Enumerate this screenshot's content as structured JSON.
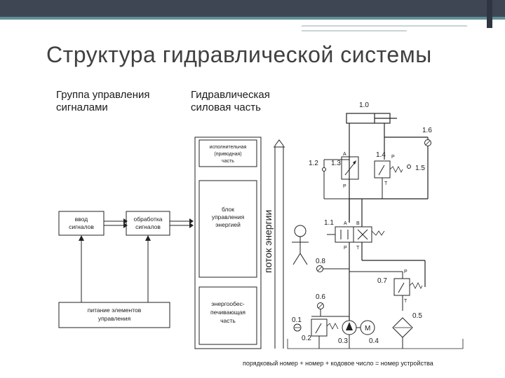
{
  "slide": {
    "title": "Структура гидравлической системы"
  },
  "diagram": {
    "left_heading_line1": "Группа управления",
    "left_heading_line2": "сигналами",
    "right_heading_line1": "Гидравлическая",
    "right_heading_line2": "силовая часть",
    "box_input_line1": "ввод",
    "box_input_line2": "сигналов",
    "box_processing_line1": "обработка",
    "box_processing_line2": "сигналов",
    "box_power_line1": "питание элементов",
    "box_power_line2": "управления",
    "block_actuator_line1": "исполнительная",
    "block_actuator_line2": "(приводная)",
    "block_actuator_line3": "часть",
    "block_energy_control_line1": "блок",
    "block_energy_control_line2": "управления",
    "block_energy_control_line3": "энергией",
    "block_energy_supply_line1": "энергообес-",
    "block_energy_supply_line2": "печивающая",
    "block_energy_supply_line3": "часть",
    "energy_flow_label": "поток энергии",
    "components": {
      "c1_0": "1.0",
      "c1_6": "1.6",
      "c1_2": "1.2",
      "c1_3": "1.3",
      "c1_4": "1.4",
      "c1_5": "1.5",
      "c1_1": "1.1",
      "c0_8": "0.8",
      "c0_7": "0.7",
      "c0_6": "0.6",
      "c0_5": "0.5",
      "c0_1": "0.1",
      "c0_2": "0.2",
      "c0_3": "0.3",
      "c0_4": "0.4"
    },
    "ports": {
      "A": "A",
      "B": "B",
      "P": "P",
      "T": "T",
      "M": "M"
    },
    "footer": "порядковый номер + номер + кодовое число = номер устройства"
  }
}
